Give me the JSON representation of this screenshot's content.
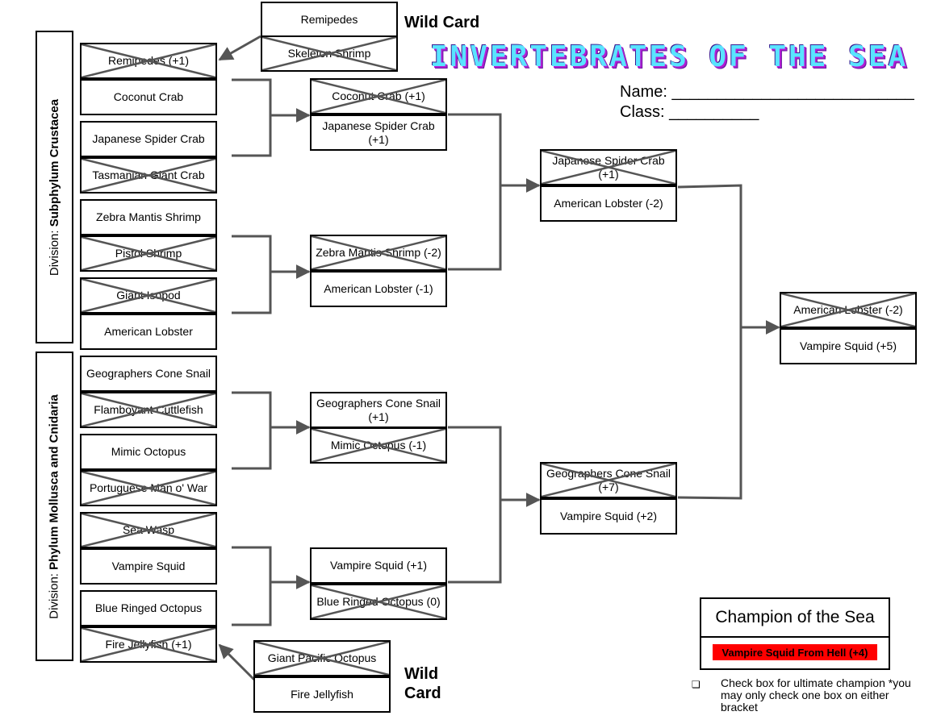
{
  "title": "INVERTEBRATES OF THE SEA",
  "name_label": "Name: ___________________________",
  "class_label": "Class: __________",
  "wild_card_top": "Wild Card",
  "wild_card_bottom_line1": "Wild",
  "wild_card_bottom_line2": "Card",
  "division_top_prefix": "Division: ",
  "division_top_name": "Subphylum Crustacea",
  "division_bottom_prefix": "Division: ",
  "division_bottom_name": "Phylum Mollusca and Cnidaria",
  "champion_title": "Champion of the Sea",
  "champion_name": "Vampire Squid From Hell (+4)",
  "checkbox_glyph": "❏",
  "checkbox_note": "Check box for ultimate champion *you may only check one box on either bracket",
  "colors": {
    "title_fill": "#59e4ff",
    "title_shadow": "#b21cd4",
    "champion_highlight": "#ff0000",
    "line": "#555555"
  },
  "slots": [
    {
      "id": "wild-top-1",
      "label": "Remipedes",
      "eliminated": false
    },
    {
      "id": "wild-top-2",
      "label": "Skeleton Shrimp",
      "eliminated": true
    },
    {
      "id": "r1-1",
      "label": "Remipedes (+1)",
      "eliminated": true
    },
    {
      "id": "r1-2",
      "label": "Coconut Crab",
      "eliminated": false
    },
    {
      "id": "r1-3",
      "label": "Japanese Spider Crab",
      "eliminated": false
    },
    {
      "id": "r1-4",
      "label": "Tasmanian Giant Crab",
      "eliminated": true
    },
    {
      "id": "r1-5",
      "label": "Zebra Mantis Shrimp",
      "eliminated": false
    },
    {
      "id": "r1-6",
      "label": "Pistol Shrimp",
      "eliminated": true
    },
    {
      "id": "r1-7",
      "label": "Giant Isopod",
      "eliminated": true
    },
    {
      "id": "r1-8",
      "label": "American Lobster",
      "eliminated": false
    },
    {
      "id": "r1-9",
      "label": "Geographers Cone Snail",
      "eliminated": false
    },
    {
      "id": "r1-10",
      "label": "Flamboyant Cuttlefish",
      "eliminated": true
    },
    {
      "id": "r1-11",
      "label": "Mimic Octopus",
      "eliminated": false
    },
    {
      "id": "r1-12",
      "label": "Portuguese Man o' War",
      "eliminated": true
    },
    {
      "id": "r1-13",
      "label": "Sea Wasp",
      "eliminated": true
    },
    {
      "id": "r1-14",
      "label": "Vampire Squid",
      "eliminated": false
    },
    {
      "id": "r1-15",
      "label": "Blue Ringed Octopus",
      "eliminated": false
    },
    {
      "id": "r1-16",
      "label": "Fire Jellyfish (+1)",
      "eliminated": true
    },
    {
      "id": "wild-bot-1",
      "label": "Giant Pacific Octopus",
      "eliminated": true
    },
    {
      "id": "wild-bot-2",
      "label": "Fire Jellyfish",
      "eliminated": false
    },
    {
      "id": "r2-1",
      "label": "Coconut Crab (+1)",
      "eliminated": true
    },
    {
      "id": "r2-2",
      "label": "Japanese Spider Crab (+1)",
      "eliminated": false
    },
    {
      "id": "r2-3",
      "label": "Zebra Mantis Shrimp (-2)",
      "eliminated": true
    },
    {
      "id": "r2-4",
      "label": "American Lobster (-1)",
      "eliminated": false
    },
    {
      "id": "r2-5",
      "label": "Geographers Cone Snail (+1)",
      "eliminated": false
    },
    {
      "id": "r2-6",
      "label": "Mimic Octopus (-1)",
      "eliminated": true
    },
    {
      "id": "r2-7",
      "label": "Vampire Squid (+1)",
      "eliminated": false
    },
    {
      "id": "r2-8",
      "label": "Blue Ringed Octopus (0)",
      "eliminated": true
    },
    {
      "id": "r3-1",
      "label": "Japanese Spider Crab (+1)",
      "eliminated": true
    },
    {
      "id": "r3-2",
      "label": "American Lobster (-2)",
      "eliminated": false
    },
    {
      "id": "r3-3",
      "label": "Geographers Cone Snail (+7)",
      "eliminated": true
    },
    {
      "id": "r3-4",
      "label": "Vampire Squid (+2)",
      "eliminated": false
    },
    {
      "id": "final-1",
      "label": "American Lobster (-2)",
      "eliminated": true
    },
    {
      "id": "final-2",
      "label": "Vampire Squid (+5)",
      "eliminated": false
    }
  ]
}
